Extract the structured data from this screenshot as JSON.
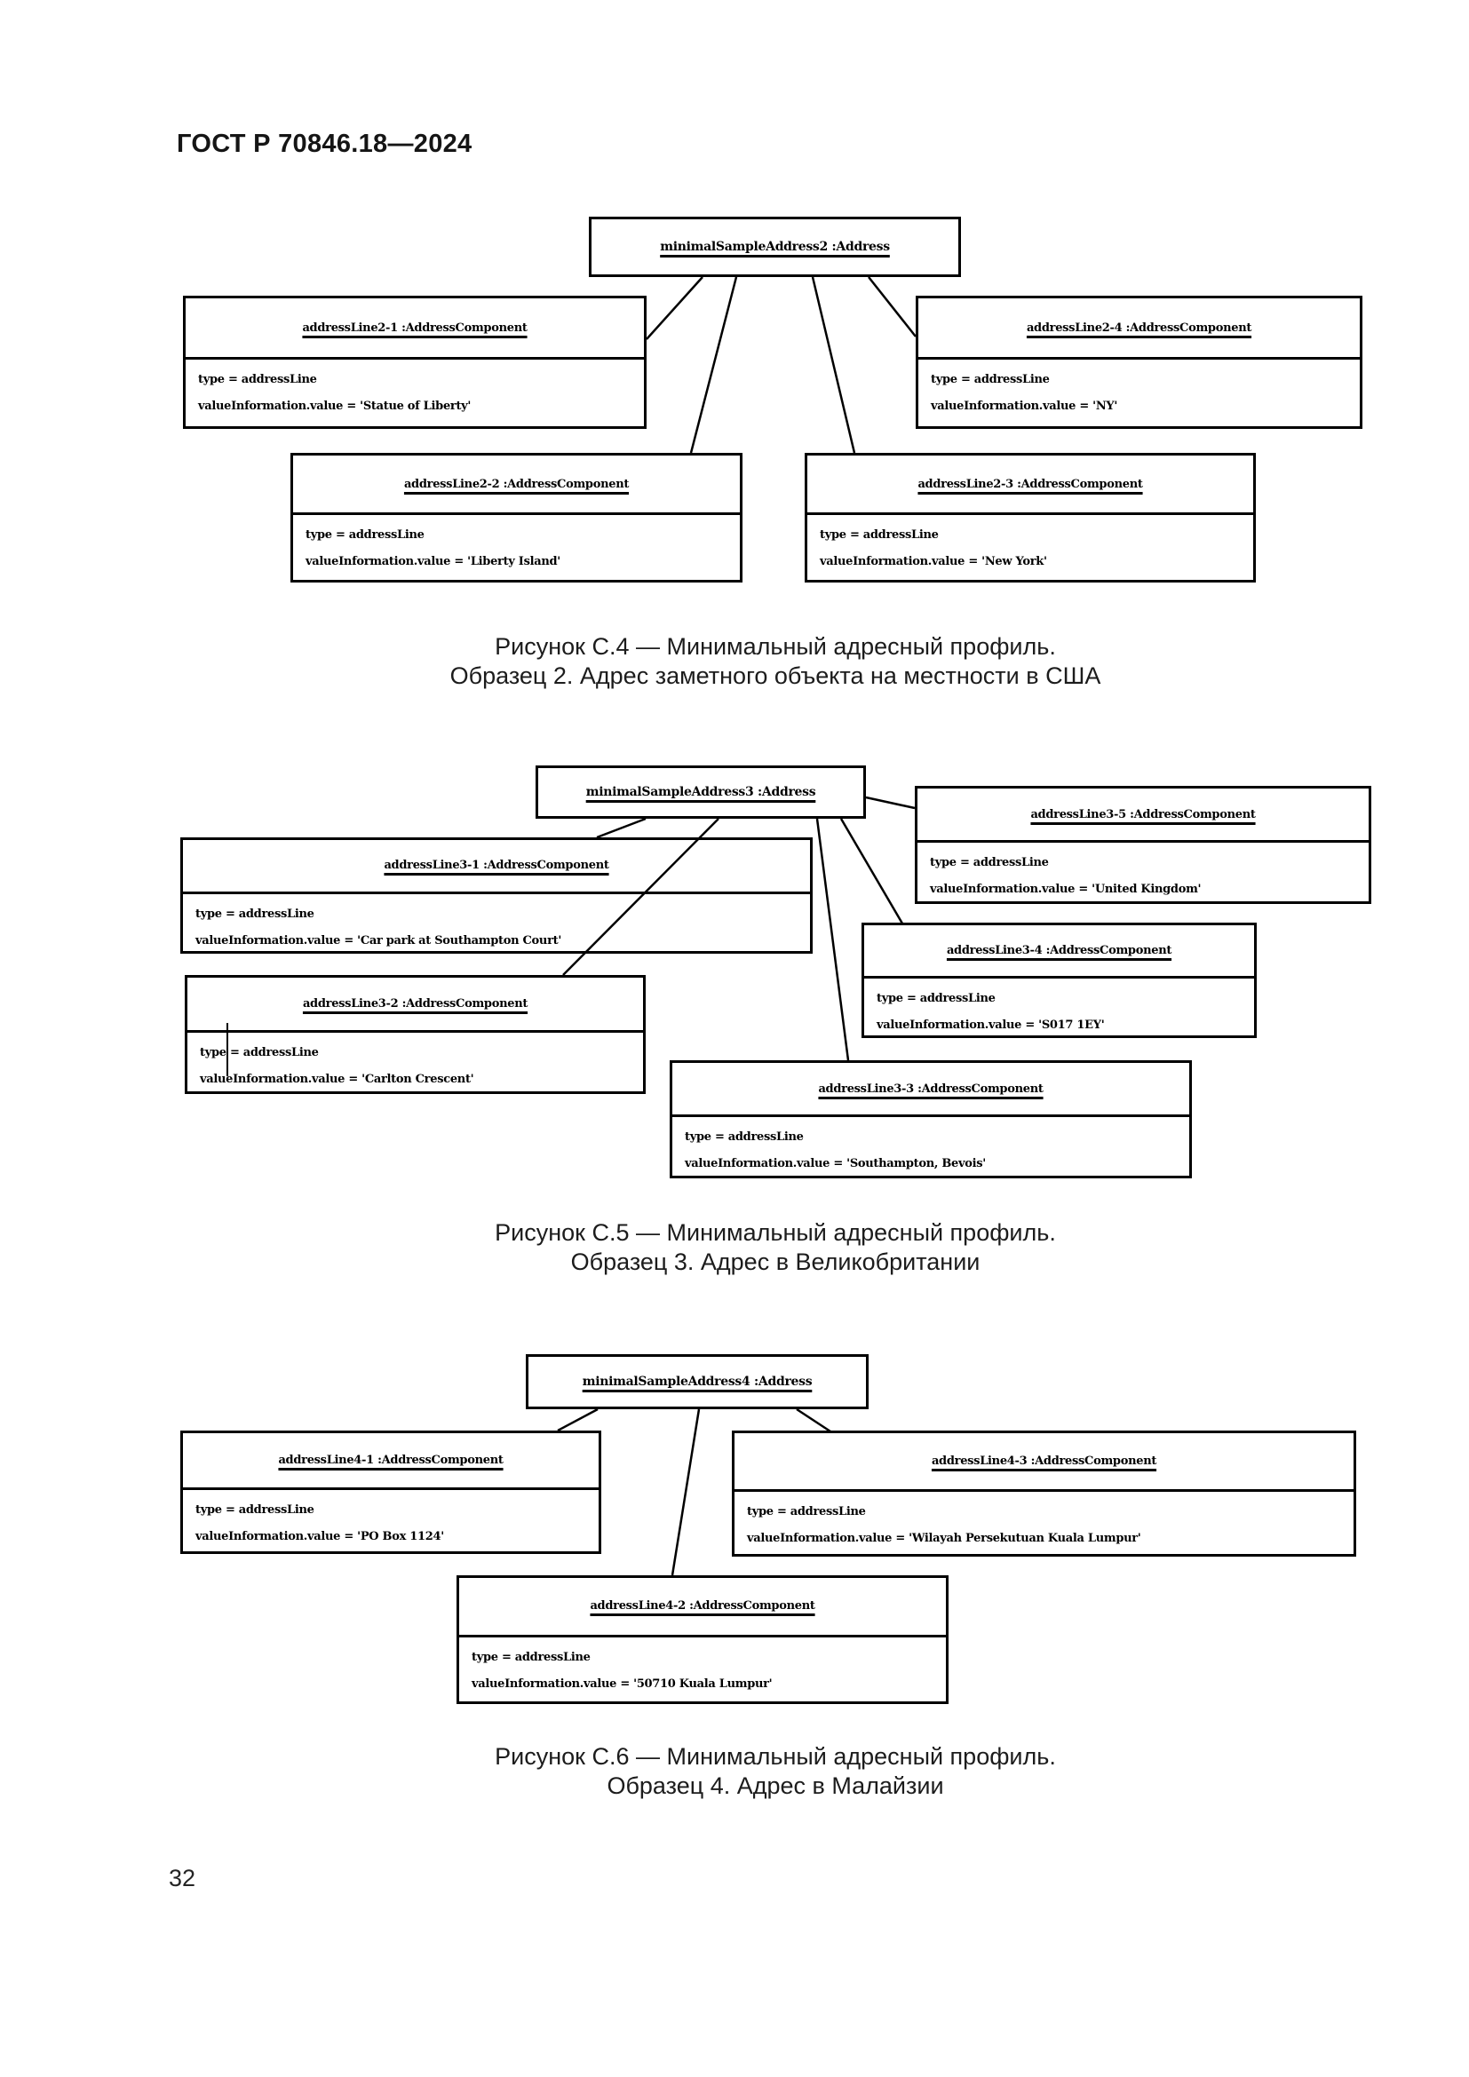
{
  "page": {
    "header": "ГОСТ Р 70846.18—2024",
    "page_number": "32"
  },
  "colors": {
    "ink": "#000000",
    "paper": "#ffffff"
  },
  "diagrams": [
    {
      "figure": "C.4",
      "root_title": "minimalSampleAddress2 :Address",
      "components": [
        {
          "title": "addressLine2-1 :AddressComponent",
          "attrs": [
            "type = addressLine",
            "valueInformation.value = 'Statue of Liberty'"
          ]
        },
        {
          "title": "addressLine2-2 :AddressComponent",
          "attrs": [
            "type = addressLine",
            "valueInformation.value = 'Liberty Island'"
          ]
        },
        {
          "title": "addressLine2-3 :AddressComponent",
          "attrs": [
            "type = addressLine",
            "valueInformation.value = 'New York'"
          ]
        },
        {
          "title": "addressLine2-4 :AddressComponent",
          "attrs": [
            "type = addressLine",
            "valueInformation.value = 'NY'"
          ]
        }
      ],
      "caption_line1": "Рисунок С.4 — Минимальный адресный профиль.",
      "caption_line2": "Образец 2. Адрес заметного объекта на местности в США"
    },
    {
      "figure": "C.5",
      "root_title": "minimalSampleAddress3 :Address",
      "components": [
        {
          "title": "addressLine3-1 :AddressComponent",
          "attrs": [
            "type = addressLine",
            "valueInformation.value = 'Car park at Southampton Court'"
          ]
        },
        {
          "title": "addressLine3-2 :AddressComponent",
          "attrs": [
            "type = addressLine",
            "valueInformation.value = 'Carlton Crescent'"
          ]
        },
        {
          "title": "addressLine3-3 :AddressComponent",
          "attrs": [
            "type = addressLine",
            "valueInformation.value = 'Southampton, Bevois'"
          ]
        },
        {
          "title": "addressLine3-4 :AddressComponent",
          "attrs": [
            "type = addressLine",
            "valueInformation.value = 'S017 1EY'"
          ]
        },
        {
          "title": "addressLine3-5 :AddressComponent",
          "attrs": [
            "type = addressLine",
            "valueInformation.value = 'United Kingdom'"
          ]
        }
      ],
      "caption_line1": "Рисунок С.5 — Минимальный адресный профиль.",
      "caption_line2": "Образец 3. Адрес в Великобритании"
    },
    {
      "figure": "C.6",
      "root_title": "minimalSampleAddress4 :Address",
      "components": [
        {
          "title": "addressLine4-1 :AddressComponent",
          "attrs": [
            "type = addressLine",
            "valueInformation.value = 'PO Box 1124'"
          ]
        },
        {
          "title": "addressLine4-2 :AddressComponent",
          "attrs": [
            "type = addressLine",
            "valueInformation.value = '50710 Kuala Lumpur'"
          ]
        },
        {
          "title": "addressLine4-3 :AddressComponent",
          "attrs": [
            "type = addressLine",
            "valueInformation.value = 'Wilayah Persekutuan Kuala Lumpur'"
          ]
        }
      ],
      "caption_line1": "Рисунок С.6 — Минимальный адресный профиль.",
      "caption_line2": "Образец 4. Адрес в Малайзии"
    }
  ]
}
